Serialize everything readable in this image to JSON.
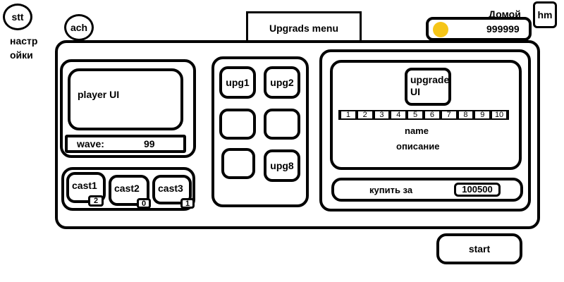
{
  "top_left": {
    "stt_label": "stt",
    "settings_text": "настр\nойки",
    "ach_label": "ach"
  },
  "header": {
    "menu_title": "Upgrads menu",
    "home_label": "Домой",
    "hm_label": "hm",
    "currency_value": "999999",
    "coin_color": "#f5c518"
  },
  "player": {
    "ui_label": "player UI",
    "wave_label": "wave:",
    "wave_value": "99"
  },
  "casts": [
    {
      "label": "cast1",
      "count": "2"
    },
    {
      "label": "cast2",
      "count": "0"
    },
    {
      "label": "cast3",
      "count": "1"
    }
  ],
  "upgrades": {
    "slots": [
      "upg1",
      "upg2",
      "",
      "",
      "",
      "upg8"
    ]
  },
  "detail": {
    "icon_label": "upgrade\nUI",
    "levels": [
      "1",
      "2",
      "3",
      "4",
      "5",
      "6",
      "7",
      "8",
      "9",
      "10"
    ],
    "name": "name",
    "description": "описание",
    "buy_label": "купить за",
    "price": "100500"
  },
  "start_label": "start"
}
